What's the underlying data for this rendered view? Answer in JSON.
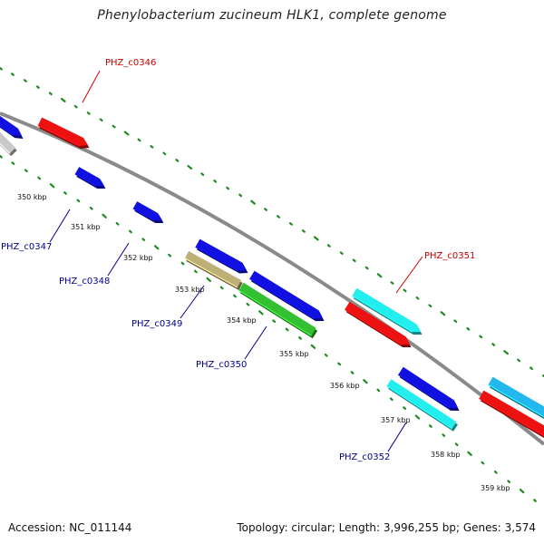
{
  "title": "Phenylobacterium zucineum HLK1, complete genome",
  "footer": {
    "accession": "Accession: NC_011144",
    "summary": "Topology: circular; Length: 3,996,255 bp; Genes: 3,574"
  },
  "colors": {
    "backbone": "#8a8a8a",
    "tick_dots": "#1f8a1f",
    "label_red": "#cc0000",
    "label_blue": "#00008b"
  },
  "scale_ticks": [
    "350 kbp",
    "351 kbp",
    "352 kbp",
    "353 kbp",
    "354 kbp",
    "355 kbp",
    "356 kbp",
    "357 kbp",
    "358 kbp",
    "359 kbp"
  ],
  "gene_labels": [
    {
      "text": "PHZ_c0346",
      "strand": "forward"
    },
    {
      "text": "PHZ_c0347",
      "strand": "reverse"
    },
    {
      "text": "PHZ_c0348",
      "strand": "reverse"
    },
    {
      "text": "PHZ_c0349",
      "strand": "reverse"
    },
    {
      "text": "PHZ_c0350",
      "strand": "reverse"
    },
    {
      "text": "PHZ_c0351",
      "strand": "forward"
    },
    {
      "text": "PHZ_c0352",
      "strand": "reverse"
    }
  ],
  "features": [
    {
      "name": "gene-left-edge-blue",
      "color": "#1010e0"
    },
    {
      "name": "gene-left-edge-gray",
      "color": "#c8c8c8"
    },
    {
      "name": "gene-phz-c0346",
      "color": "#ee1111"
    },
    {
      "name": "gene-phz-c0347",
      "color": "#1010e0"
    },
    {
      "name": "gene-phz-c0348",
      "color": "#1010e0"
    },
    {
      "name": "gene-blue-353",
      "color": "#1010e0"
    },
    {
      "name": "gene-phz-c0349",
      "color": "#bdb076"
    },
    {
      "name": "gene-blue-354",
      "color": "#1010e0"
    },
    {
      "name": "gene-phz-c0350",
      "color": "#33c033"
    },
    {
      "name": "gene-phz-c0351",
      "color": "#22eeee"
    },
    {
      "name": "gene-red-351",
      "color": "#ee1111"
    },
    {
      "name": "gene-blue-357",
      "color": "#1010e0"
    },
    {
      "name": "gene-phz-c0352",
      "color": "#22eeee"
    },
    {
      "name": "gene-right-cyan",
      "color": "#22b8ee"
    },
    {
      "name": "gene-right-red",
      "color": "#ee1111"
    }
  ]
}
